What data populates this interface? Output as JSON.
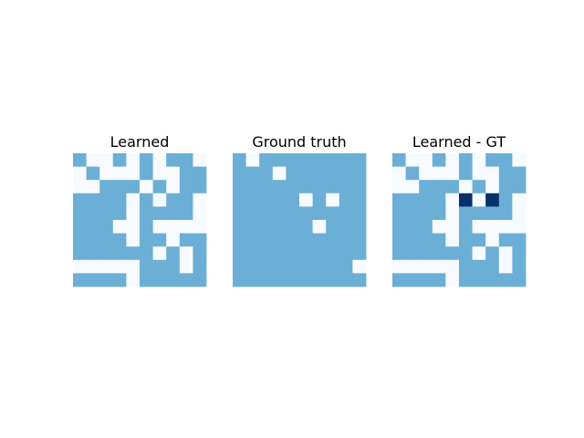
{
  "chart_data": [
    {
      "type": "heatmap",
      "title": "Learned",
      "grid": false,
      "cmap": "Blues",
      "values": [
        [
          1,
          0,
          0,
          1,
          0,
          1,
          0,
          1,
          1,
          0
        ],
        [
          0,
          1,
          0,
          0,
          0,
          1,
          0,
          0,
          1,
          1
        ],
        [
          0,
          0,
          1,
          1,
          1,
          0,
          1,
          0,
          1,
          1
        ],
        [
          1,
          1,
          1,
          1,
          0,
          1,
          0,
          1,
          1,
          0
        ],
        [
          1,
          1,
          1,
          1,
          0,
          1,
          1,
          1,
          1,
          0
        ],
        [
          1,
          1,
          1,
          0,
          0,
          1,
          0,
          0,
          0,
          0
        ],
        [
          1,
          1,
          1,
          1,
          0,
          1,
          1,
          0,
          1,
          1
        ],
        [
          1,
          1,
          1,
          1,
          1,
          1,
          0,
          1,
          0,
          1
        ],
        [
          0,
          0,
          0,
          0,
          0,
          1,
          1,
          1,
          0,
          1
        ],
        [
          1,
          1,
          1,
          1,
          0,
          1,
          1,
          1,
          1,
          1
        ]
      ]
    },
    {
      "type": "heatmap",
      "title": "Ground truth",
      "grid": false,
      "cmap": "Blues",
      "values": [
        [
          1,
          0,
          1,
          1,
          1,
          1,
          1,
          1,
          1,
          1
        ],
        [
          1,
          1,
          1,
          0,
          1,
          1,
          1,
          1,
          1,
          1
        ],
        [
          1,
          1,
          1,
          1,
          1,
          1,
          1,
          1,
          1,
          1
        ],
        [
          1,
          1,
          1,
          1,
          1,
          0,
          1,
          0,
          1,
          1
        ],
        [
          1,
          1,
          1,
          1,
          1,
          1,
          1,
          1,
          1,
          1
        ],
        [
          1,
          1,
          1,
          1,
          1,
          1,
          0,
          1,
          1,
          1
        ],
        [
          1,
          1,
          1,
          1,
          1,
          1,
          1,
          1,
          1,
          1
        ],
        [
          1,
          1,
          1,
          1,
          1,
          1,
          1,
          1,
          1,
          1
        ],
        [
          1,
          1,
          1,
          1,
          1,
          1,
          1,
          1,
          1,
          0
        ],
        [
          1,
          1,
          1,
          1,
          1,
          1,
          1,
          1,
          1,
          1
        ]
      ]
    },
    {
      "type": "heatmap",
      "title": "Learned - GT",
      "grid": false,
      "cmap": "Blues",
      "values": [
        [
          1,
          0,
          0,
          1,
          0,
          1,
          0,
          1,
          1,
          0
        ],
        [
          0,
          1,
          0,
          0,
          0,
          1,
          0,
          0,
          1,
          1
        ],
        [
          0,
          0,
          1,
          1,
          1,
          0,
          1,
          0,
          1,
          1
        ],
        [
          1,
          1,
          1,
          1,
          0,
          2,
          0,
          2,
          1,
          0
        ],
        [
          1,
          1,
          1,
          1,
          0,
          1,
          1,
          1,
          1,
          0
        ],
        [
          1,
          1,
          1,
          0,
          0,
          1,
          0,
          0,
          0,
          0
        ],
        [
          1,
          1,
          1,
          1,
          0,
          1,
          1,
          0,
          1,
          1
        ],
        [
          1,
          1,
          1,
          1,
          1,
          1,
          0,
          1,
          0,
          1
        ],
        [
          0,
          0,
          0,
          0,
          0,
          1,
          1,
          1,
          0,
          1
        ],
        [
          1,
          1,
          1,
          1,
          0,
          1,
          1,
          1,
          1,
          1
        ]
      ]
    }
  ],
  "colors": {
    "level_0": "#f7fbff",
    "level_1": "#6baed6",
    "level_2": "#08306b"
  }
}
